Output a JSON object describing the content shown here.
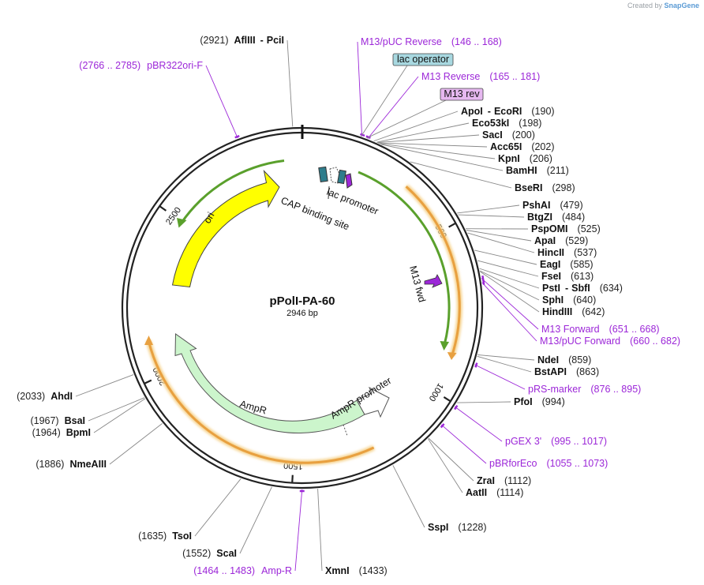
{
  "header": {
    "credit_prefix": "Created by",
    "credit_brand": "SnapGene"
  },
  "plasmid": {
    "name": "pPolI-PA-60",
    "length_label": "2946 bp",
    "length_bp": 2946
  },
  "ticks": [
    {
      "bp": 500,
      "label": "500"
    },
    {
      "bp": 1000,
      "label": "1000"
    },
    {
      "bp": 1500,
      "label": "1500"
    },
    {
      "bp": 2000,
      "label": "2000"
    },
    {
      "bp": 2500,
      "label": "2500"
    }
  ],
  "enzymes": [
    {
      "id": "afliii",
      "name": "AflIII",
      "name2": "PciI",
      "pos": "(2921)",
      "side": "left"
    },
    {
      "id": "apoi",
      "name": "ApoI",
      "name2": "EcoRI",
      "pos": "(190)",
      "side": "right"
    },
    {
      "id": "eco53ki",
      "name": "Eco53kI",
      "pos": "(198)",
      "side": "right"
    },
    {
      "id": "saci",
      "name": "SacI",
      "pos": "(200)",
      "side": "right"
    },
    {
      "id": "acc65i",
      "name": "Acc65I",
      "pos": "(202)",
      "side": "right"
    },
    {
      "id": "kpni",
      "name": "KpnI",
      "pos": "(206)",
      "side": "right"
    },
    {
      "id": "bamhi",
      "name": "BamHI",
      "pos": "(211)",
      "side": "right"
    },
    {
      "id": "bseri",
      "name": "BseRI",
      "pos": "(298)",
      "side": "right"
    },
    {
      "id": "pshai",
      "name": "PshAI",
      "pos": "(479)",
      "side": "right"
    },
    {
      "id": "btgzi",
      "name": "BtgZI",
      "pos": "(484)",
      "side": "right"
    },
    {
      "id": "pspomi",
      "name": "PspOMI",
      "pos": "(525)",
      "side": "right"
    },
    {
      "id": "apai",
      "name": "ApaI",
      "pos": "(529)",
      "side": "right"
    },
    {
      "id": "hincii",
      "name": "HincII",
      "pos": "(537)",
      "side": "right"
    },
    {
      "id": "eagi",
      "name": "EagI",
      "pos": "(585)",
      "side": "right"
    },
    {
      "id": "fsei",
      "name": "FseI",
      "pos": "(613)",
      "side": "right"
    },
    {
      "id": "psti",
      "name": "PstI",
      "name2": "SbfI",
      "pos": "(634)",
      "side": "right"
    },
    {
      "id": "sphi",
      "name": "SphI",
      "pos": "(640)",
      "side": "right"
    },
    {
      "id": "hindiii",
      "name": "HindIII",
      "pos": "(642)",
      "side": "right"
    },
    {
      "id": "ndei",
      "name": "NdeI",
      "pos": "(859)",
      "side": "right"
    },
    {
      "id": "bstapi",
      "name": "BstAPI",
      "pos": "(863)",
      "side": "right"
    },
    {
      "id": "pfoi",
      "name": "PfoI",
      "pos": "(994)",
      "side": "right"
    },
    {
      "id": "zrai",
      "name": "ZraI",
      "pos": "(1112)",
      "side": "right"
    },
    {
      "id": "aatii",
      "name": "AatII",
      "pos": "(1114)",
      "side": "right"
    },
    {
      "id": "sspi",
      "name": "SspI",
      "pos": "(1228)",
      "side": "right"
    },
    {
      "id": "xmni",
      "name": "XmnI",
      "pos": "(1433)",
      "side": "right"
    },
    {
      "id": "scai",
      "name": "ScaI",
      "pos": "(1552)",
      "side": "left"
    },
    {
      "id": "tsoi",
      "name": "TsoI",
      "pos": "(1635)",
      "side": "left"
    },
    {
      "id": "nmeaiii",
      "name": "NmeAIII",
      "pos": "(1886)",
      "side": "left"
    },
    {
      "id": "bpmi",
      "name": "BpmI",
      "pos": "(1964)",
      "side": "left"
    },
    {
      "id": "bsai",
      "name": "BsaI",
      "pos": "(1967)",
      "side": "left"
    },
    {
      "id": "ahdi",
      "name": "AhdI",
      "pos": "(2033)",
      "side": "left"
    }
  ],
  "primers": [
    {
      "id": "m13-puc-reverse",
      "name": "M13/pUC Reverse",
      "range": "(146 .. 168)",
      "side": "right"
    },
    {
      "id": "m13-reverse",
      "name": "M13 Reverse",
      "range": "(165 .. 181)",
      "side": "right"
    },
    {
      "id": "pbr322ori-f",
      "name": "pBR322ori-F",
      "range": "(2766 .. 2785)",
      "side": "left"
    },
    {
      "id": "m13-forward",
      "name": "M13 Forward",
      "range": "(651 .. 668)",
      "side": "right"
    },
    {
      "id": "m13-puc-forward",
      "name": "M13/pUC Forward",
      "range": "(660 .. 682)",
      "side": "right"
    },
    {
      "id": "prs-marker",
      "name": "pRS-marker",
      "range": "(876 .. 895)",
      "side": "right"
    },
    {
      "id": "pgex-3",
      "name": "pGEX 3'",
      "range": "(995 .. 1017)",
      "side": "right"
    },
    {
      "id": "pbrforeco",
      "name": "pBRforEco",
      "range": "(1055 .. 1073)",
      "side": "right"
    },
    {
      "id": "amp-r",
      "name": "Amp-R",
      "range": "(1464 .. 1483)",
      "side": "left"
    }
  ],
  "boxed_features": [
    {
      "id": "lac-operator",
      "name": "lac operator",
      "color": "#a8d8e0"
    },
    {
      "id": "m13-rev",
      "name": "M13 rev",
      "color": "#e6b8f0"
    }
  ],
  "features": [
    {
      "id": "ori",
      "name": "ori",
      "color": "#ffff00"
    },
    {
      "id": "m13-fwd",
      "name": "M13 fwd",
      "color": "#9c27d8"
    },
    {
      "id": "ampr",
      "name": "AmpR",
      "color": "#ccf5cc"
    },
    {
      "id": "ampr-promoter",
      "name": "AmpR promoter",
      "color": "#ffffff"
    },
    {
      "id": "lac-promoter",
      "name": "lac promoter",
      "color": "#2e7d8c"
    },
    {
      "id": "cap-binding-site",
      "name": "CAP binding site",
      "color": "#2e7d8c"
    }
  ],
  "colors": {
    "enzyme_text": "#111111",
    "primer_text": "#9c27d8",
    "backbone": "#222222",
    "orange_arc": "#e8a040",
    "green_arc": "#5aa02c"
  }
}
